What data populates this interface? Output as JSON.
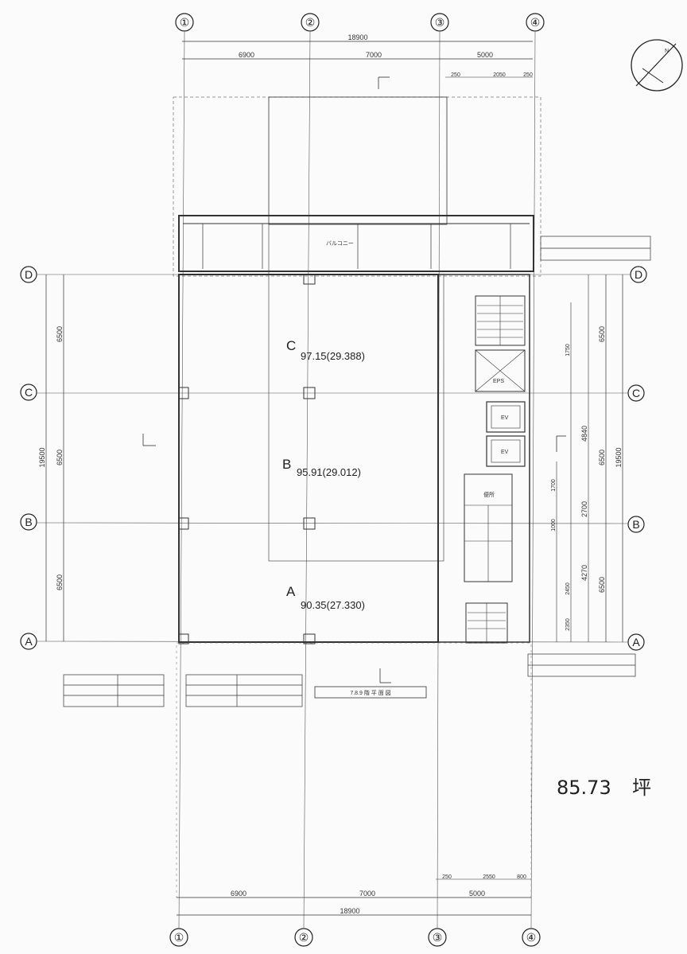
{
  "grid": {
    "columns": [
      "①",
      "②",
      "③",
      "④"
    ],
    "rows": [
      "D",
      "C",
      "B",
      "A"
    ]
  },
  "dimensions": {
    "total_width": "18900",
    "bays": [
      "6900",
      "7000",
      "5000"
    ],
    "total_depth": "19500",
    "row_bays_left": [
      "6500",
      "6500",
      "6500"
    ],
    "right_dims": [
      "6500",
      "6500",
      "6500",
      "4840",
      "2700",
      "4270",
      "1750",
      "2450",
      "2350",
      "1000",
      "1700"
    ],
    "core_top": [
      "250",
      "2050",
      "250"
    ],
    "core_bottom": [
      "250",
      "2550",
      "800"
    ]
  },
  "zones": [
    {
      "letter": "C",
      "label": "97.15(29.388)"
    },
    {
      "letter": "B",
      "label": "95.91(29.012)"
    },
    {
      "letter": "A",
      "label": "90.35(27.330)"
    }
  ],
  "plan_title": "7.8.9 階 平 面 図",
  "handwritten_area": "85.73",
  "handwritten_unit": "坪",
  "north_mark": "N",
  "room_labels": {
    "balcony": "バルコニー",
    "eps": "EPS",
    "ev": "EV",
    "toilet": "便所"
  }
}
